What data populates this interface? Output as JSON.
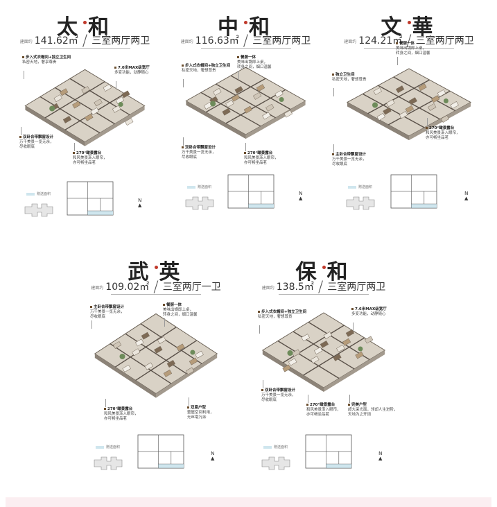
{
  "area_label": "建面约",
  "legend_label": "赠送面积",
  "panels": [
    {
      "key": "taihe",
      "title": "太和",
      "area": "141.62㎡",
      "rooms": "三室两厅两卫",
      "callouts": [
        {
          "h": "步入式衣帽间+独立卫生间",
          "b": [
            "私密天地，奢享尊贵"
          ]
        },
        {
          "h": "7.0米MAX级宽厅",
          "b": [
            "多变功能，动静随心"
          ]
        },
        {
          "h": "双卧合带飘窗设计",
          "b": [
            "万千美景一览无余，",
            "尽收眼底"
          ]
        },
        {
          "h": "270°瞰景露台",
          "b": [
            "和风美景渐入眼帘，",
            "亦可畅坐品茗"
          ]
        }
      ]
    },
    {
      "key": "zhonghe",
      "title": "中和",
      "area": "116.63㎡",
      "rooms": "三室两厅两卫",
      "callouts": [
        {
          "h": "步入式衣帽间+独立卫生间",
          "b": [
            "私密天地，奢想尊贵"
          ]
        },
        {
          "h": "餐厨一体",
          "b": [
            "美味出锅即上桌，",
            "转身之间，烟口温馨"
          ]
        },
        {
          "h": "双卧合带飘窗设计",
          "b": [
            "万千美景一览无余，",
            "尽收眼底"
          ]
        },
        {
          "h": "270°瞰景露台",
          "b": [
            "和风美景渐入眼帘，",
            "亦可畅坐品茗"
          ]
        }
      ]
    },
    {
      "key": "wenhua",
      "title": "文華",
      "area": "124.21㎡",
      "rooms": "三室两厅两卫",
      "callouts": [
        {
          "h": "独立卫生间",
          "b": [
            "私密天地，奢想尊贵"
          ]
        },
        {
          "h": "餐厨一体",
          "b": [
            "美味出锅即上桌，",
            "转身之间，烟口温馨"
          ]
        },
        {
          "h": "270°瞰景露台",
          "b": [
            "和风美景渐入眼帘，",
            "亦可畅坐品茗"
          ]
        },
        {
          "h": "主卧合带飘窗设计",
          "b": [
            "万千美景一览无余，",
            "尽收眼底"
          ]
        }
      ]
    },
    {
      "key": "wuying",
      "title": "武英",
      "area": "109.02㎡",
      "rooms": "三室两厅一卫",
      "callouts": [
        {
          "h": "主卧合带飘窗设计",
          "b": [
            "万千美景一览无余，",
            "尽收眼底"
          ]
        },
        {
          "h": "餐厨一体",
          "b": [
            "美味出锅即上桌，",
            "转身之间，烟口温馨"
          ]
        },
        {
          "h": "270°瞰景露台",
          "b": [
            "和风美景渐入眼帘，",
            "亦可畅坐品茗"
          ]
        },
        {
          "h": "双恩户型",
          "b": [
            "整屋空间利用，",
            "无丝毫冗余"
          ]
        }
      ]
    },
    {
      "key": "baohe",
      "title": "保和",
      "area": "138.5㎡",
      "rooms": "三室两厅两卫",
      "callouts": [
        {
          "h": "步入式衣帽间+独立卫生间",
          "b": [
            "私密天地，奢想尊贵"
          ]
        },
        {
          "h": "7.6米MAX级宽厅",
          "b": [
            "多变功能，动静随心"
          ]
        },
        {
          "h": "双卧合带飘窗设计",
          "b": [
            "万千美景一览无余，",
            "尽收眼底"
          ]
        },
        {
          "h": "270°瞰景露台",
          "b": [
            "和风美景渐入眼帘，",
            "亦可畅坐品茗"
          ]
        },
        {
          "h": "完美户型",
          "b": [
            "超大采光面，领却人生进阶，",
            "天地为之开阔"
          ]
        }
      ]
    }
  ],
  "colors": {
    "accent": "#c0392b",
    "legend": "#cfe6ee",
    "bottom_bar": "#fbeef1"
  }
}
